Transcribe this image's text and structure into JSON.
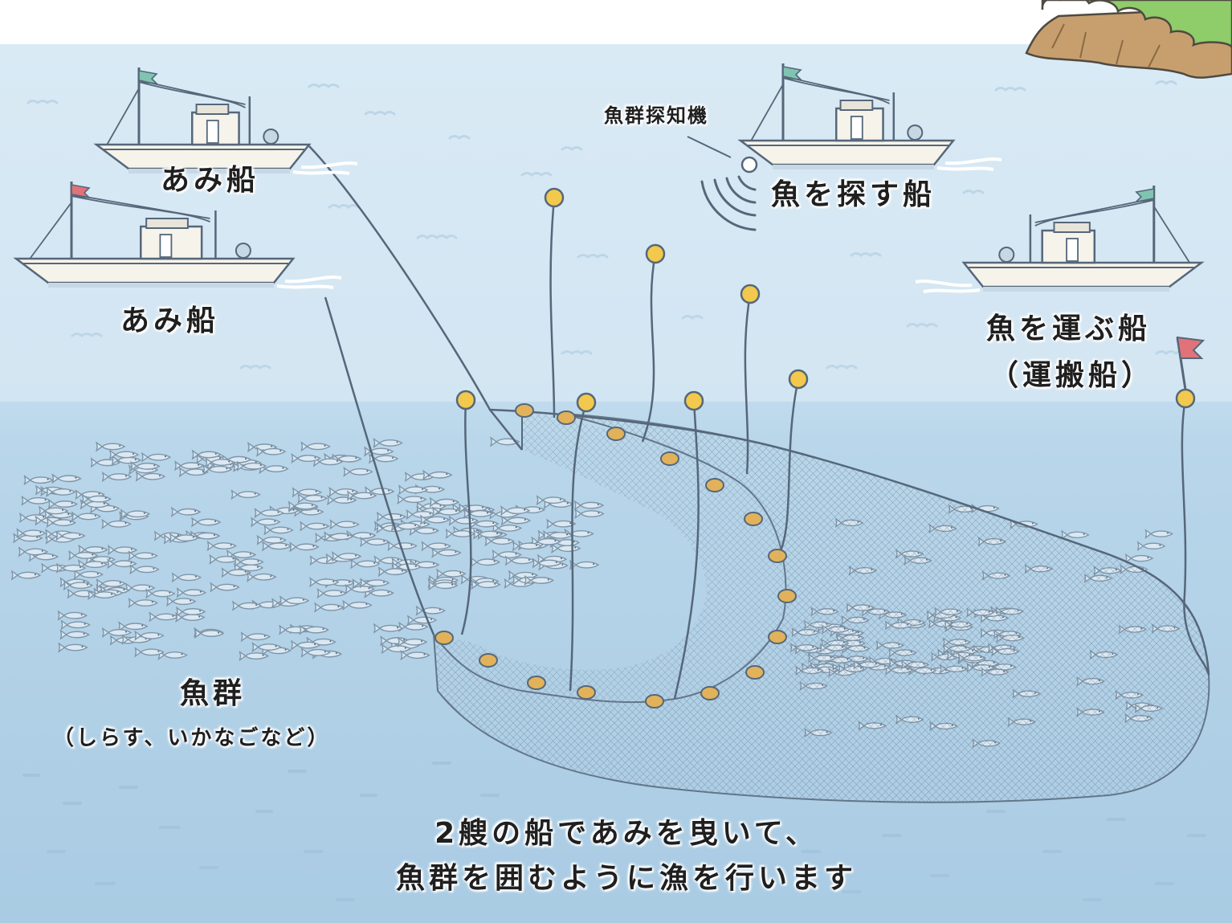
{
  "labels": {
    "net_boat_upper": "あみ船",
    "net_boat_lower": "あみ船",
    "fish_finder": "魚群探知機",
    "search_boat": "魚を探す船",
    "carrier_boat": "魚を運ぶ船",
    "carrier_boat_alt": "（運搬船）",
    "school": "魚群",
    "school_examples": "（しらす、いかなごなど）",
    "caption_line1": "2艘の船であみを曳いて、",
    "caption_line2": "魚群を囲むように漁を行います"
  },
  "colors": {
    "sky": "#ffffff",
    "sea_surface": "#dcecf6",
    "sea_deep": "#b9d6ea",
    "line": "#56677a",
    "float": "#f2c94c",
    "net_float": "#e2b25a",
    "hull": "#f6f3ea",
    "flag_red": "#e2727a",
    "flag_green": "#7fc4b1",
    "fish": "#cfe1ee",
    "tree": "#8fcc6a",
    "cliff": "#c79f6e"
  }
}
